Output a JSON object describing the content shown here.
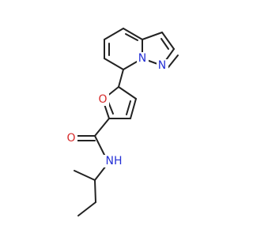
{
  "molecule": {
    "atoms": {
      "o_ring": {
        "text": "O",
        "element": "oxygen"
      },
      "n_bridge": {
        "text": "N",
        "element": "nitrogen"
      },
      "n_pyrazole": {
        "text": "N",
        "element": "nitrogen"
      },
      "o_carbonyl": {
        "text": "O",
        "element": "oxygen"
      },
      "nh_amide": {
        "text": "NH",
        "element": "nitrogen"
      }
    },
    "colors": {
      "bond": "#222222",
      "oxygen": "#d62a2a",
      "nitrogen": "#2430d6"
    }
  }
}
